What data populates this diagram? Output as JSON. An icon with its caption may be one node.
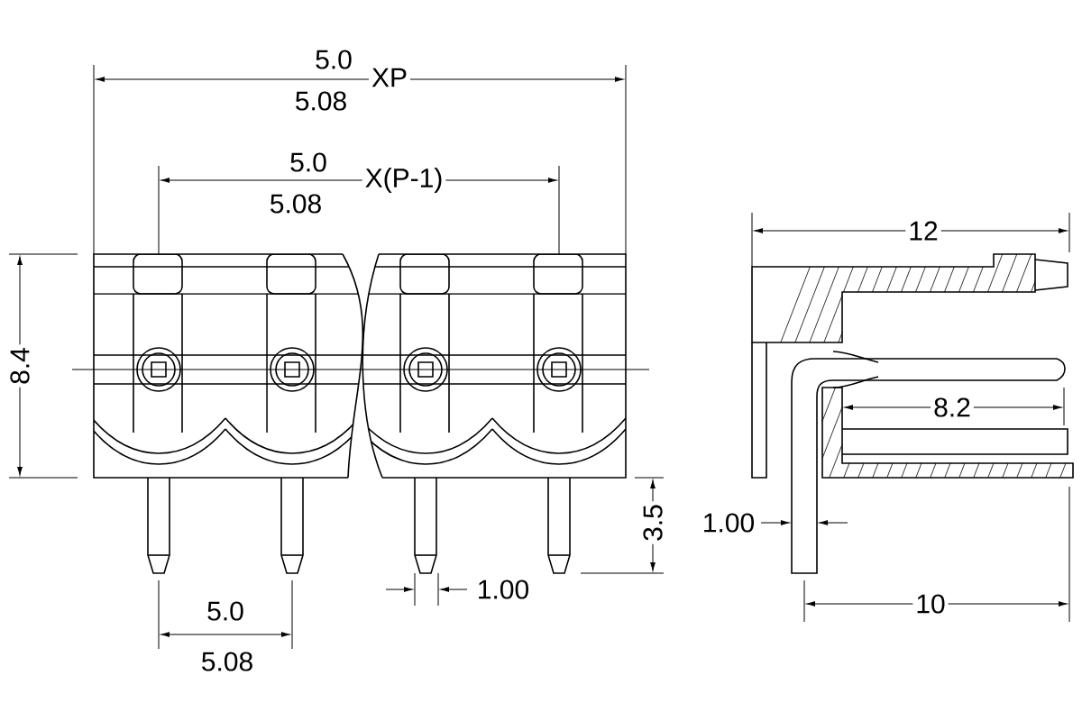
{
  "diagram": {
    "labels": [
      "5.0",
      "5.08",
      "XP",
      "5.0",
      "5.08",
      "X(P-1)",
      "12",
      "8.4",
      "8.2",
      "3.5",
      "1.00",
      "1.00",
      "10",
      "5.0",
      "5.08"
    ]
  }
}
